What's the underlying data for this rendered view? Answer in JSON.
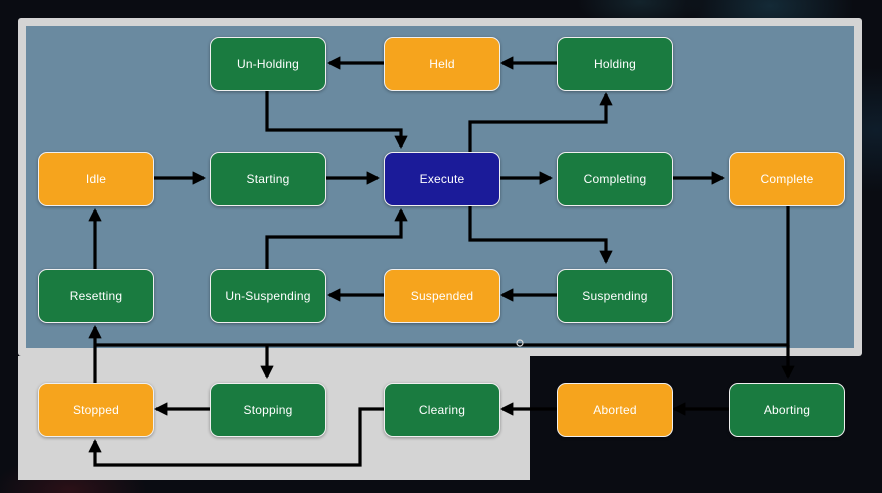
{
  "colors": {
    "acting_state": "#1a7b40",
    "wait_state": "#f6a41d",
    "execute_state": "#1b1b99",
    "panel_blue": "#6a8aa0",
    "panel_gray": "#d4d4d4",
    "arrow": "#000000",
    "state_text": "#ffffff"
  },
  "states": [
    {
      "id": "unholding",
      "label": "Un-Holding",
      "type": "acting"
    },
    {
      "id": "held",
      "label": "Held",
      "type": "wait"
    },
    {
      "id": "holding",
      "label": "Holding",
      "type": "acting"
    },
    {
      "id": "idle",
      "label": "Idle",
      "type": "wait"
    },
    {
      "id": "starting",
      "label": "Starting",
      "type": "acting"
    },
    {
      "id": "execute",
      "label": "Execute",
      "type": "execute"
    },
    {
      "id": "completing",
      "label": "Completing",
      "type": "acting"
    },
    {
      "id": "complete",
      "label": "Complete",
      "type": "wait"
    },
    {
      "id": "resetting",
      "label": "Resetting",
      "type": "acting"
    },
    {
      "id": "unsuspending",
      "label": "Un-Suspending",
      "type": "acting"
    },
    {
      "id": "suspended",
      "label": "Suspended",
      "type": "wait"
    },
    {
      "id": "suspending",
      "label": "Suspending",
      "type": "acting"
    },
    {
      "id": "stopped",
      "label": "Stopped",
      "type": "wait"
    },
    {
      "id": "stopping",
      "label": "Stopping",
      "type": "acting"
    },
    {
      "id": "clearing",
      "label": "Clearing",
      "type": "acting"
    },
    {
      "id": "aborted",
      "label": "Aborted",
      "type": "wait"
    },
    {
      "id": "aborting",
      "label": "Aborting",
      "type": "acting"
    }
  ],
  "transitions": [
    [
      "Holding",
      "Held"
    ],
    [
      "Held",
      "Un-Holding"
    ],
    [
      "Un-Holding",
      "Execute"
    ],
    [
      "Execute",
      "Holding"
    ],
    [
      "Idle",
      "Starting"
    ],
    [
      "Starting",
      "Execute"
    ],
    [
      "Execute",
      "Completing"
    ],
    [
      "Completing",
      "Complete"
    ],
    [
      "Execute",
      "Suspending"
    ],
    [
      "Suspending",
      "Suspended"
    ],
    [
      "Suspended",
      "Un-Suspending"
    ],
    [
      "Un-Suspending",
      "Execute"
    ],
    [
      "Resetting",
      "Idle"
    ],
    [
      "Stopped",
      "Resetting"
    ],
    [
      "Stopping",
      "Stopped"
    ],
    [
      "Clearing",
      "Stopped"
    ],
    [
      "Aborted",
      "Clearing"
    ],
    [
      "Aborting",
      "Aborted"
    ]
  ],
  "rail": {
    "from": "Complete",
    "feeds": [
      "Resetting",
      "Stopping",
      "Aborting"
    ]
  }
}
